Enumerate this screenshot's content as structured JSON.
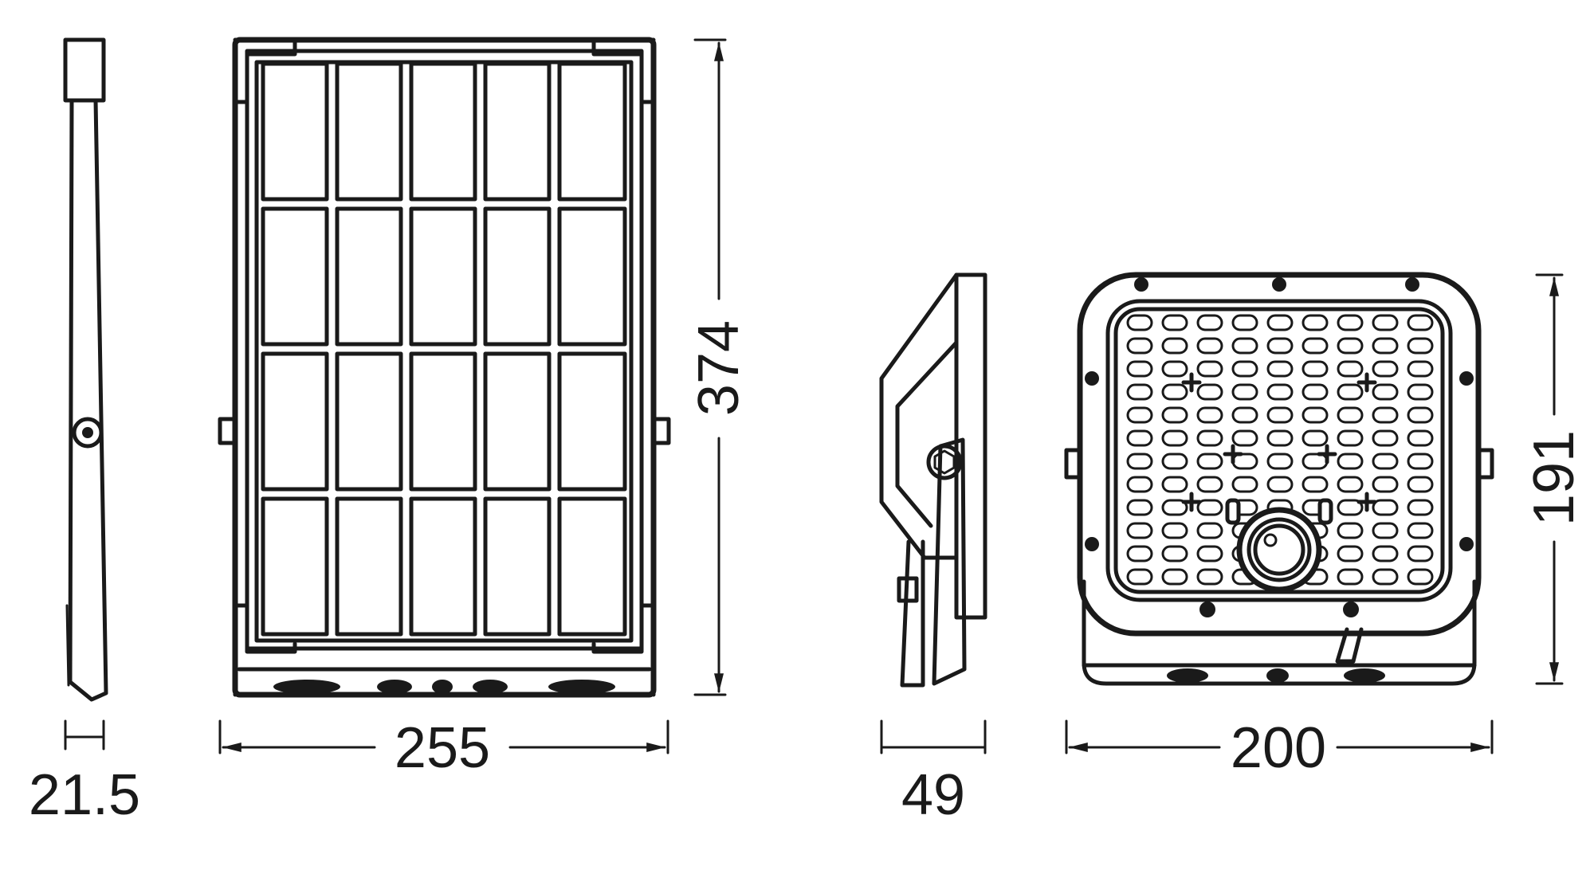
{
  "dimensions": {
    "panel_depth": "21.5",
    "panel_width": "255",
    "panel_height": "374",
    "light_depth": "49",
    "light_width": "200",
    "light_height": "191"
  }
}
